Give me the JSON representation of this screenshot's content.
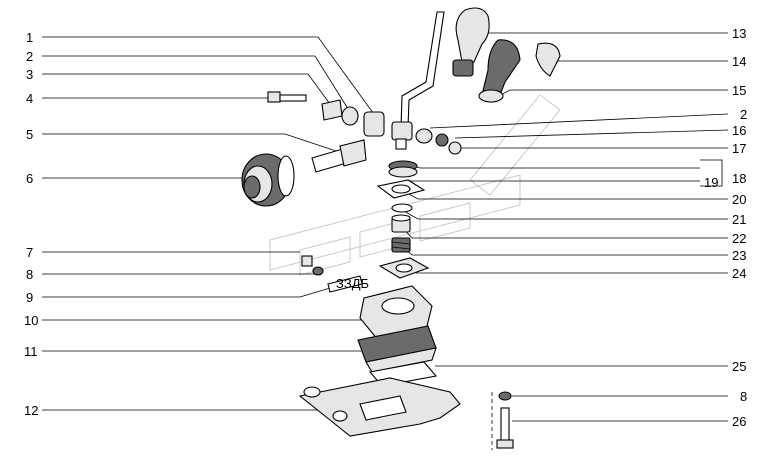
{
  "diagram": {
    "callouts_left": [
      "1",
      "2",
      "3",
      "4",
      "5",
      "6",
      "7",
      "8",
      "9",
      "10",
      "11",
      "12"
    ],
    "callouts_right": [
      "13",
      "14",
      "15",
      "2",
      "16",
      "17",
      "18",
      "19",
      "20",
      "21",
      "22",
      "23",
      "24",
      "25",
      "8",
      "26"
    ],
    "part_label_text": "ЗЗДБ"
  }
}
